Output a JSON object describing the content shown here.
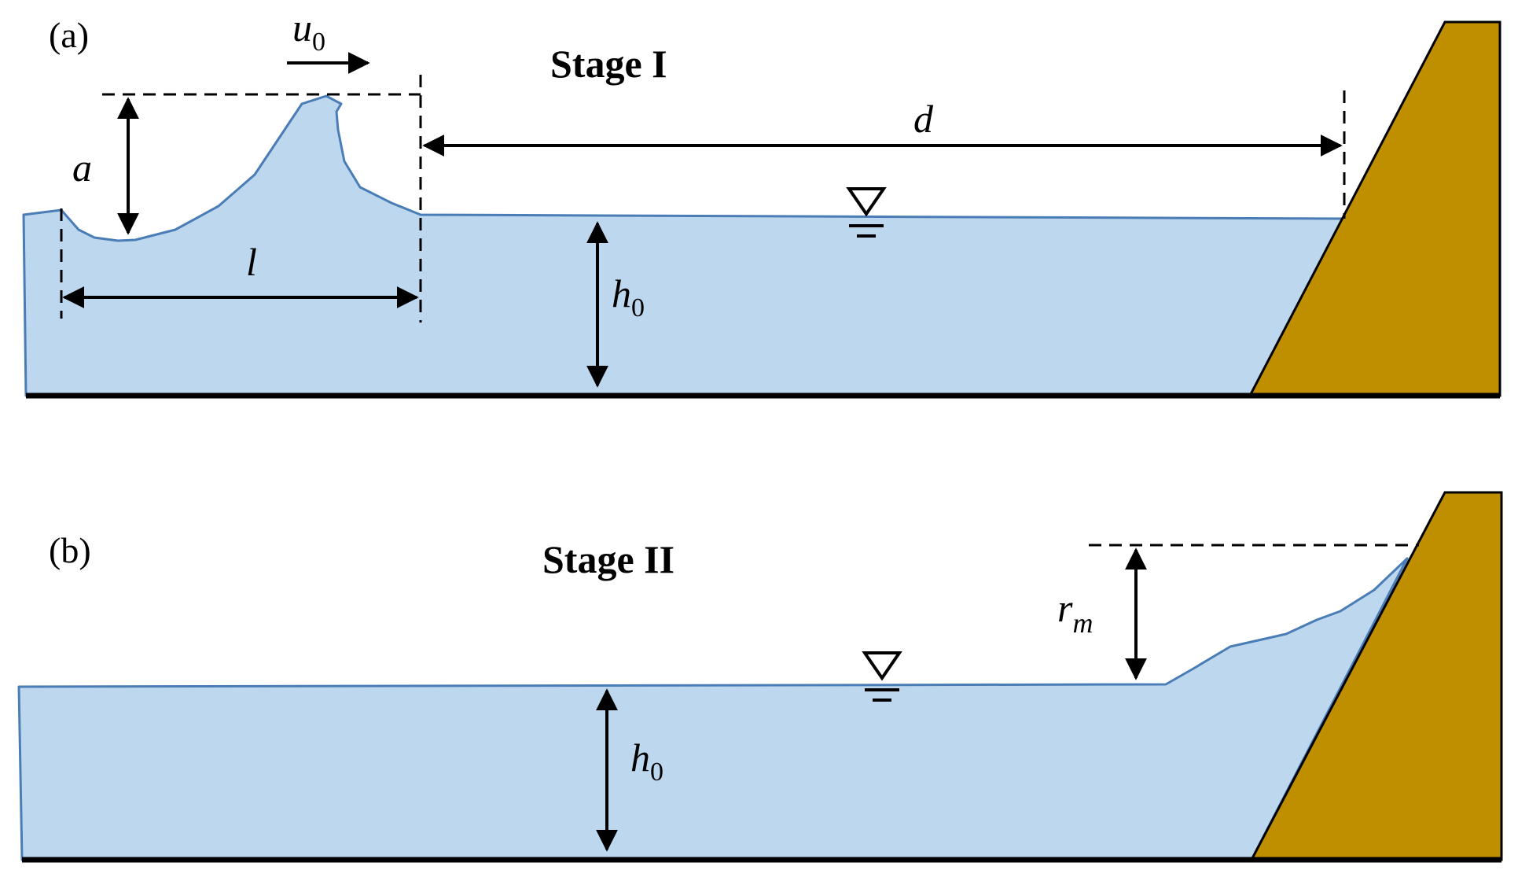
{
  "panel_a": {
    "tag": "(a)",
    "title": "Stage I",
    "velocity": {
      "symbol": "u",
      "sub": "0"
    },
    "amplitude": "a",
    "length": "l",
    "distance": "d",
    "depth": {
      "symbol": "h",
      "sub": "0"
    },
    "water_level_icon": "water-surface-triangle-icon"
  },
  "panel_b": {
    "tag": "(b)",
    "title": "Stage II",
    "runup": {
      "symbol": "r",
      "sub": "m"
    },
    "depth": {
      "symbol": "h",
      "sub": "0"
    },
    "water_level_icon": "water-surface-triangle-icon"
  },
  "colors": {
    "water_fill": "#bdd7ee",
    "water_edge": "#4a7db5",
    "dam_fill": "#bf8f00",
    "ground": "#000000",
    "annotation": "#000000"
  }
}
